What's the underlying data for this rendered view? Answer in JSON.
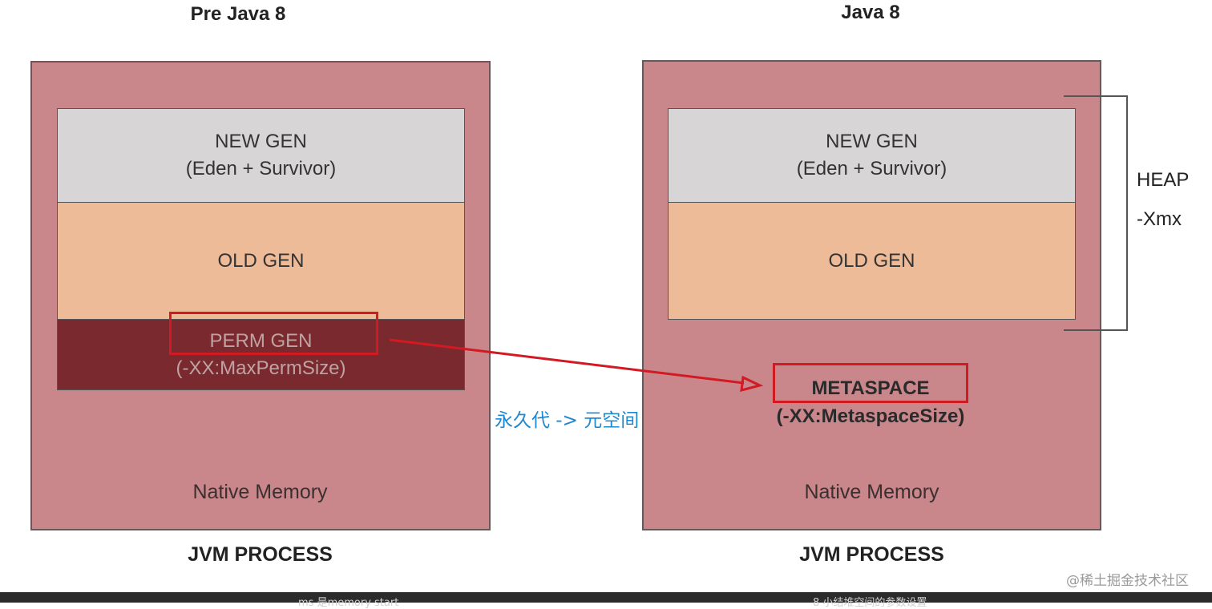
{
  "left": {
    "title": "Pre Java 8",
    "new_gen_line1": "NEW GEN",
    "new_gen_line2": "(Eden + Survivor)",
    "old_gen": "OLD GEN",
    "perm_gen_line1": "PERM GEN",
    "perm_gen_line2": "(-XX:MaxPermSize)",
    "native_memory": "Native Memory",
    "process_label": "JVM PROCESS"
  },
  "right": {
    "title": "Java 8",
    "new_gen_line1": "NEW GEN",
    "new_gen_line2": "(Eden + Survivor)",
    "old_gen": "OLD GEN",
    "heap_label": "HEAP",
    "heap_option": "-Xmx",
    "metaspace_label": "METASPACE",
    "metaspace_option": "(-XX:MetaspaceSize)",
    "native_memory": "Native Memory",
    "process_label": "JVM PROCESS"
  },
  "annotation": "永久代 -> 元空间",
  "watermark": "@稀土掘金技术社区",
  "bottom_bar": {
    "left_text": "ms 是memory start",
    "right_text": "8 小结堆空间的参数设置"
  },
  "colors": {
    "process_fill": "#c9868b",
    "new_gen_fill": "#d8d5d6",
    "old_gen_fill": "#eebb99",
    "perm_gen_fill": "#7a2a2e",
    "highlight_red": "#d11a22",
    "annotation_blue": "#1e88d0"
  }
}
